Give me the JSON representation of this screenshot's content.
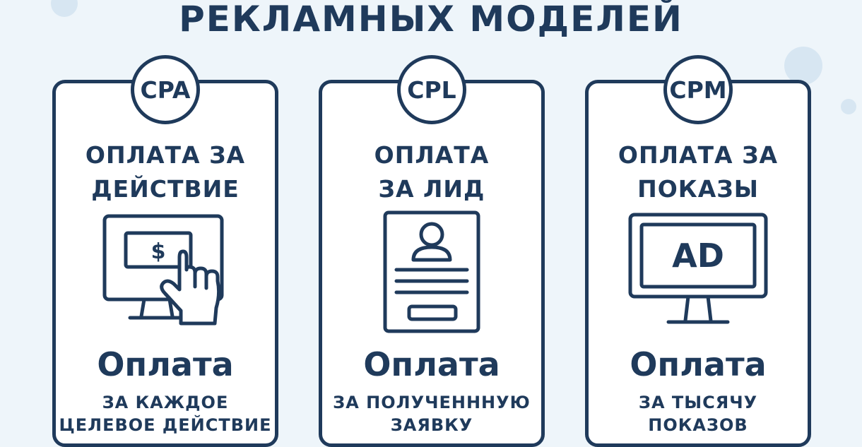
{
  "headline": "РЕКЛАМНЫХ МОДЕЛЕЙ",
  "colors": {
    "primary": "#1f3a5b",
    "background": "#eef5fa",
    "card": "#ffffff"
  },
  "cards": [
    {
      "badge": "CPA",
      "title_lines": [
        "ОПЛАТА ЗА",
        "ДЕЙСТВИЕ"
      ],
      "icon": "monitor-with-dollar-and-hand-pointer-icon",
      "pay": "Оплата",
      "desc_lines": [
        "ЗА КАЖДОЕ",
        "ЦЕЛЕВОЕ ДЕЙСТВИЕ"
      ]
    },
    {
      "badge": "CPL",
      "title_lines": [
        "ОПЛАТА",
        "ЗА ЛИД"
      ],
      "icon": "lead-form-document-icon",
      "pay": "Оплата",
      "desc_lines": [
        "ЗА ПОЛУЧЕНННУЮ",
        "ЗАЯВКУ"
      ]
    },
    {
      "badge": "CPM",
      "title_lines": [
        "ОПЛАТА ЗА",
        "ПОКАЗЫ"
      ],
      "icon": "monitor-ad-icon",
      "ad_text": "AD",
      "pay": "Оплата",
      "desc_lines": [
        "ЗА ТЫСЯЧУ",
        "ПОКАЗОВ"
      ]
    }
  ]
}
